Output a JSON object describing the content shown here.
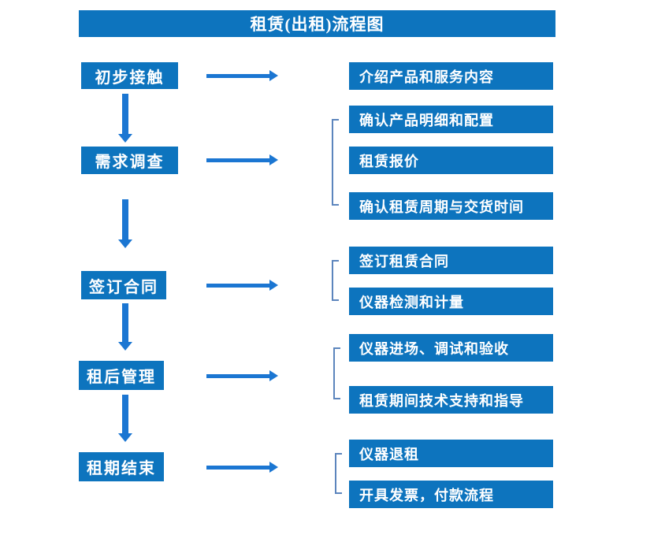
{
  "title": "租赁(出租)流程图",
  "colors": {
    "box_blue": "#0d74be",
    "arrow_blue": "#1b76d2",
    "bracket_blue": "#5c85bd"
  },
  "steps": [
    {
      "label": "初步接触",
      "details": [
        "介绍产品和服务内容"
      ]
    },
    {
      "label": "需求调查",
      "details": [
        "确认产品明细和配置",
        "租赁报价",
        "确认租赁周期与交货时间"
      ]
    },
    {
      "label": "签订合同",
      "details": [
        "签订租赁合同",
        "仪器检测和计量"
      ]
    },
    {
      "label": "租后管理",
      "details": [
        "仪器进场、调试和验收",
        "租赁期间技术支持和指导"
      ]
    },
    {
      "label": "租期结束",
      "details": [
        "仪器退租",
        "开具发票，付款流程"
      ]
    }
  ]
}
